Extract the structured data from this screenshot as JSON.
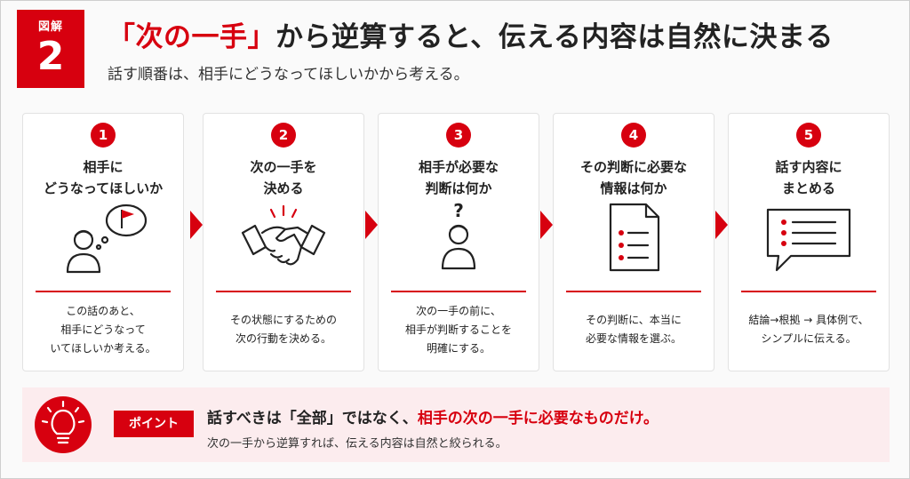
{
  "badge": {
    "label": "図解",
    "number": "2"
  },
  "title": {
    "part1": "「次の一手」",
    "part2": "から逆算すると、伝える内容は自然に決まる"
  },
  "subtitle": "話す順番は、相手にどうなってほしいかから考える。",
  "steps": [
    {
      "number": "1",
      "title": [
        "相手に",
        "どうなってほしいか"
      ],
      "icon": "person-with-flag-thought-icon",
      "body": [
        "この話のあと、",
        "相手にどうなって",
        "いてほしいか考える。"
      ]
    },
    {
      "number": "2",
      "title": [
        "次の一手を",
        "決める"
      ],
      "icon": "handshake-icon",
      "body": [
        "その状態にするための",
        "次の行動を決める。"
      ]
    },
    {
      "number": "3",
      "title": [
        "相手が必要な",
        "判断は何か"
      ],
      "icon": "person-question-icon",
      "body": [
        "次の一手の前に、",
        "相手が判断することを",
        "明確にする。"
      ]
    },
    {
      "number": "4",
      "title": [
        "その判断に必要な",
        "情報は何か"
      ],
      "icon": "document-list-icon",
      "body": [
        "その判断に、本当に",
        "必要な情報を選ぶ。"
      ]
    },
    {
      "number": "5",
      "title": [
        "話す内容に",
        "まとめる"
      ],
      "icon": "speech-bubble-list-icon",
      "body": [
        "結論→根拠 → 具体例で、",
        "シンプルに伝える。"
      ]
    }
  ],
  "point": {
    "tag": "ポイント",
    "main_part1": "話すべきは「全部」ではなく、",
    "main_part2": "相手の次の一手に必要なものだけ。",
    "sub": "次の一手から逆算すれば、伝える内容は自然と絞られる。",
    "icon": "lightbulb-icon"
  },
  "colors": {
    "accent": "#d7000f",
    "point_bg": "#fcecee"
  }
}
